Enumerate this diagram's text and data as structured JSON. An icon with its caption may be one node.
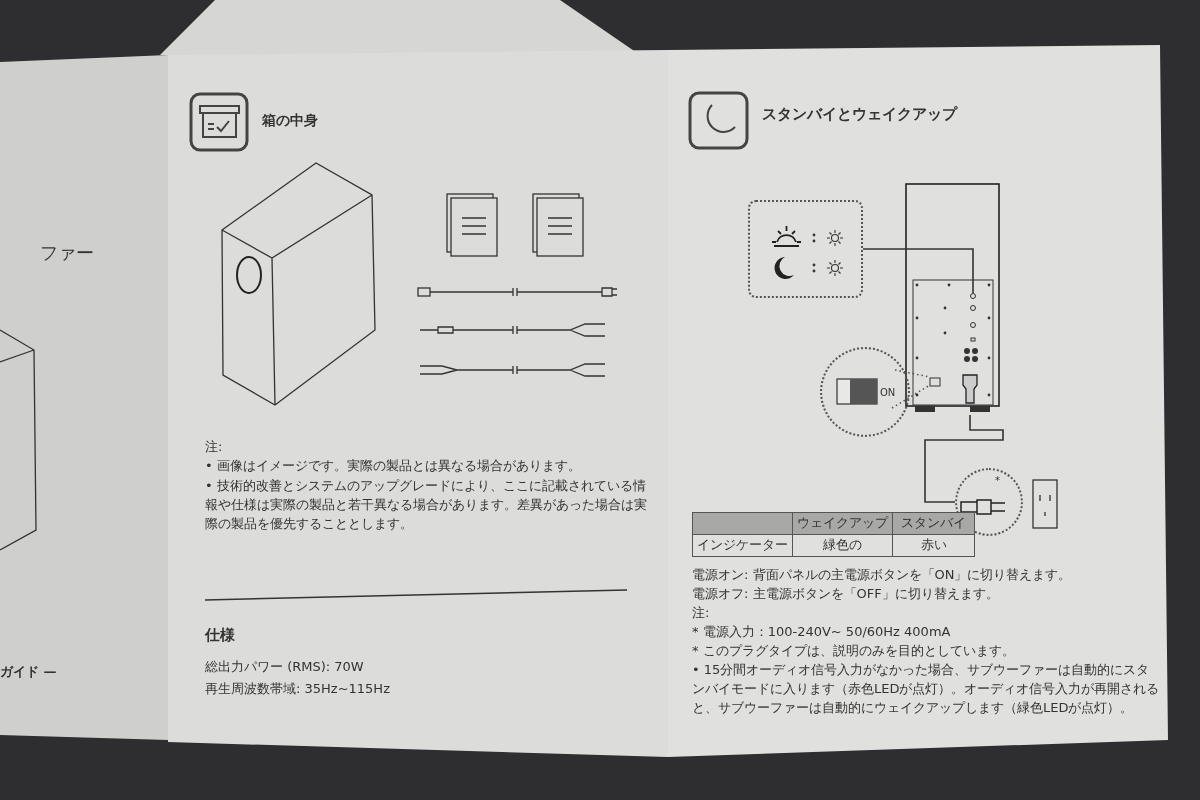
{
  "diagram": {
    "nodes": [
      {
        "text": [],
        "shape": "box"
      },
      {
        "text": [],
        "shape": "picture"
      },
      {
        "text": [],
        "shape": "circle",
        "in": 1
      },
      {
        "text": [
          "ON"
        ]
      },
      {
        "text": [
          "*"
        ]
      }
    ],
    "edges": [
      {
        "from": 0,
        "to": 2,
        "arrow": "none"
      },
      {
        "from": 1,
        "to": 4,
        "arrow": "none"
      }
    ],
    "labels": [
      "ファー",
      "ガイド —",
      "箱の中身",
      "注:",
      "• 画像はイメージです。実際の製品とは異なる場合があります。",
      "• 技術的改善とシステムのアップグレードにより、ここに記載されている情報や仕様は実際の製品と若干異なる場合があります。差異があった場合は実際の製品を優先することとします。",
      "仕様",
      "総出力パワー (RMS): 70W",
      "再生周波数帯域: 35Hz~115Hz",
      "スタンバイとウェイクアップ",
      "ウェイクアップ",
      "スタンバイ",
      "インジケーター",
      "緑色の",
      "赤い",
      "電源オン: 背面パネルの主電源ボタンを「ON」に切り替えます。",
      "電源オフ: 主電源ボタンを「OFF」に切り替えます。",
      "注:",
      "* 電源入力：100-240V~ 50/60Hz 400mA",
      "* このプラグタイプは、説明のみを目的としています。",
      "• 15分間オーディオ信号入力がなかった場合、サブウーファーは自動的にスタンバイモードに入ります（赤色LEDが点灯）。オーディオ信号入力が再開されると、サブウーファーは自動的にウェイクアップします（緑色LEDが点灯）。"
    ]
  }
}
